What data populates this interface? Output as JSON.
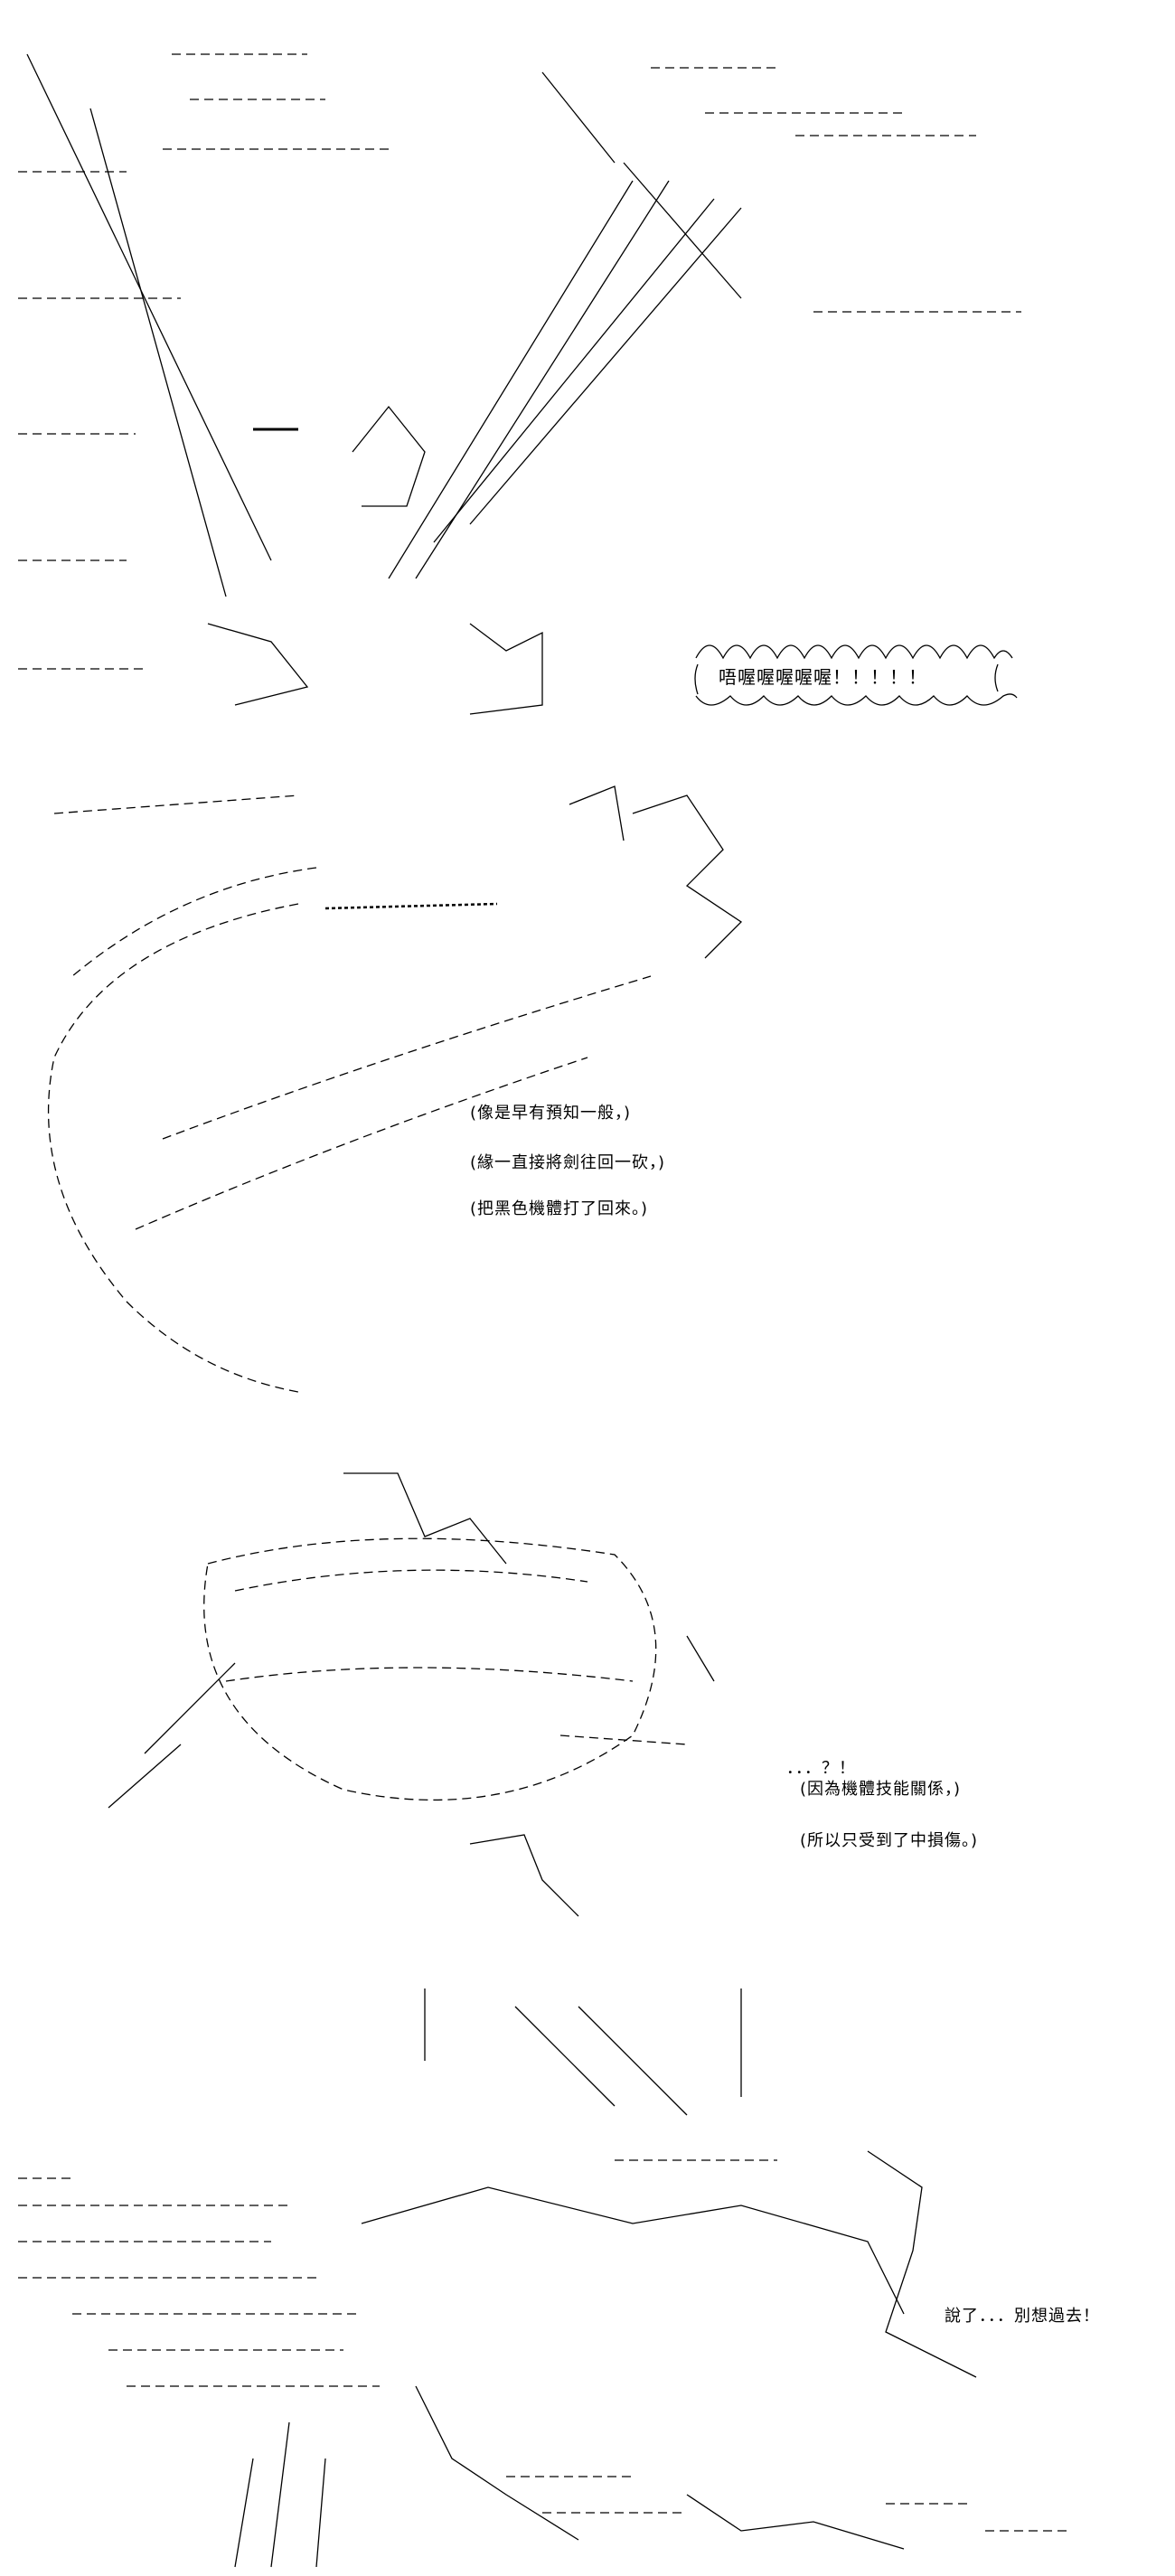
{
  "panel1": {
    "shout": "唔喔喔喔喔喔！！！！！"
  },
  "panel2": {
    "narration": [
      "(像是早有預知一般，)",
      "(緣一直接將劍往回一砍，)",
      "(把黑色機體打了回來。)"
    ]
  },
  "panel3": {
    "exclaim": "．．．？！",
    "narration": [
      "(因為機體技能關係，)",
      "(所以只受到了中損傷。)"
    ]
  },
  "panel4": {
    "dialogue": "說了．．．別想過去！"
  }
}
